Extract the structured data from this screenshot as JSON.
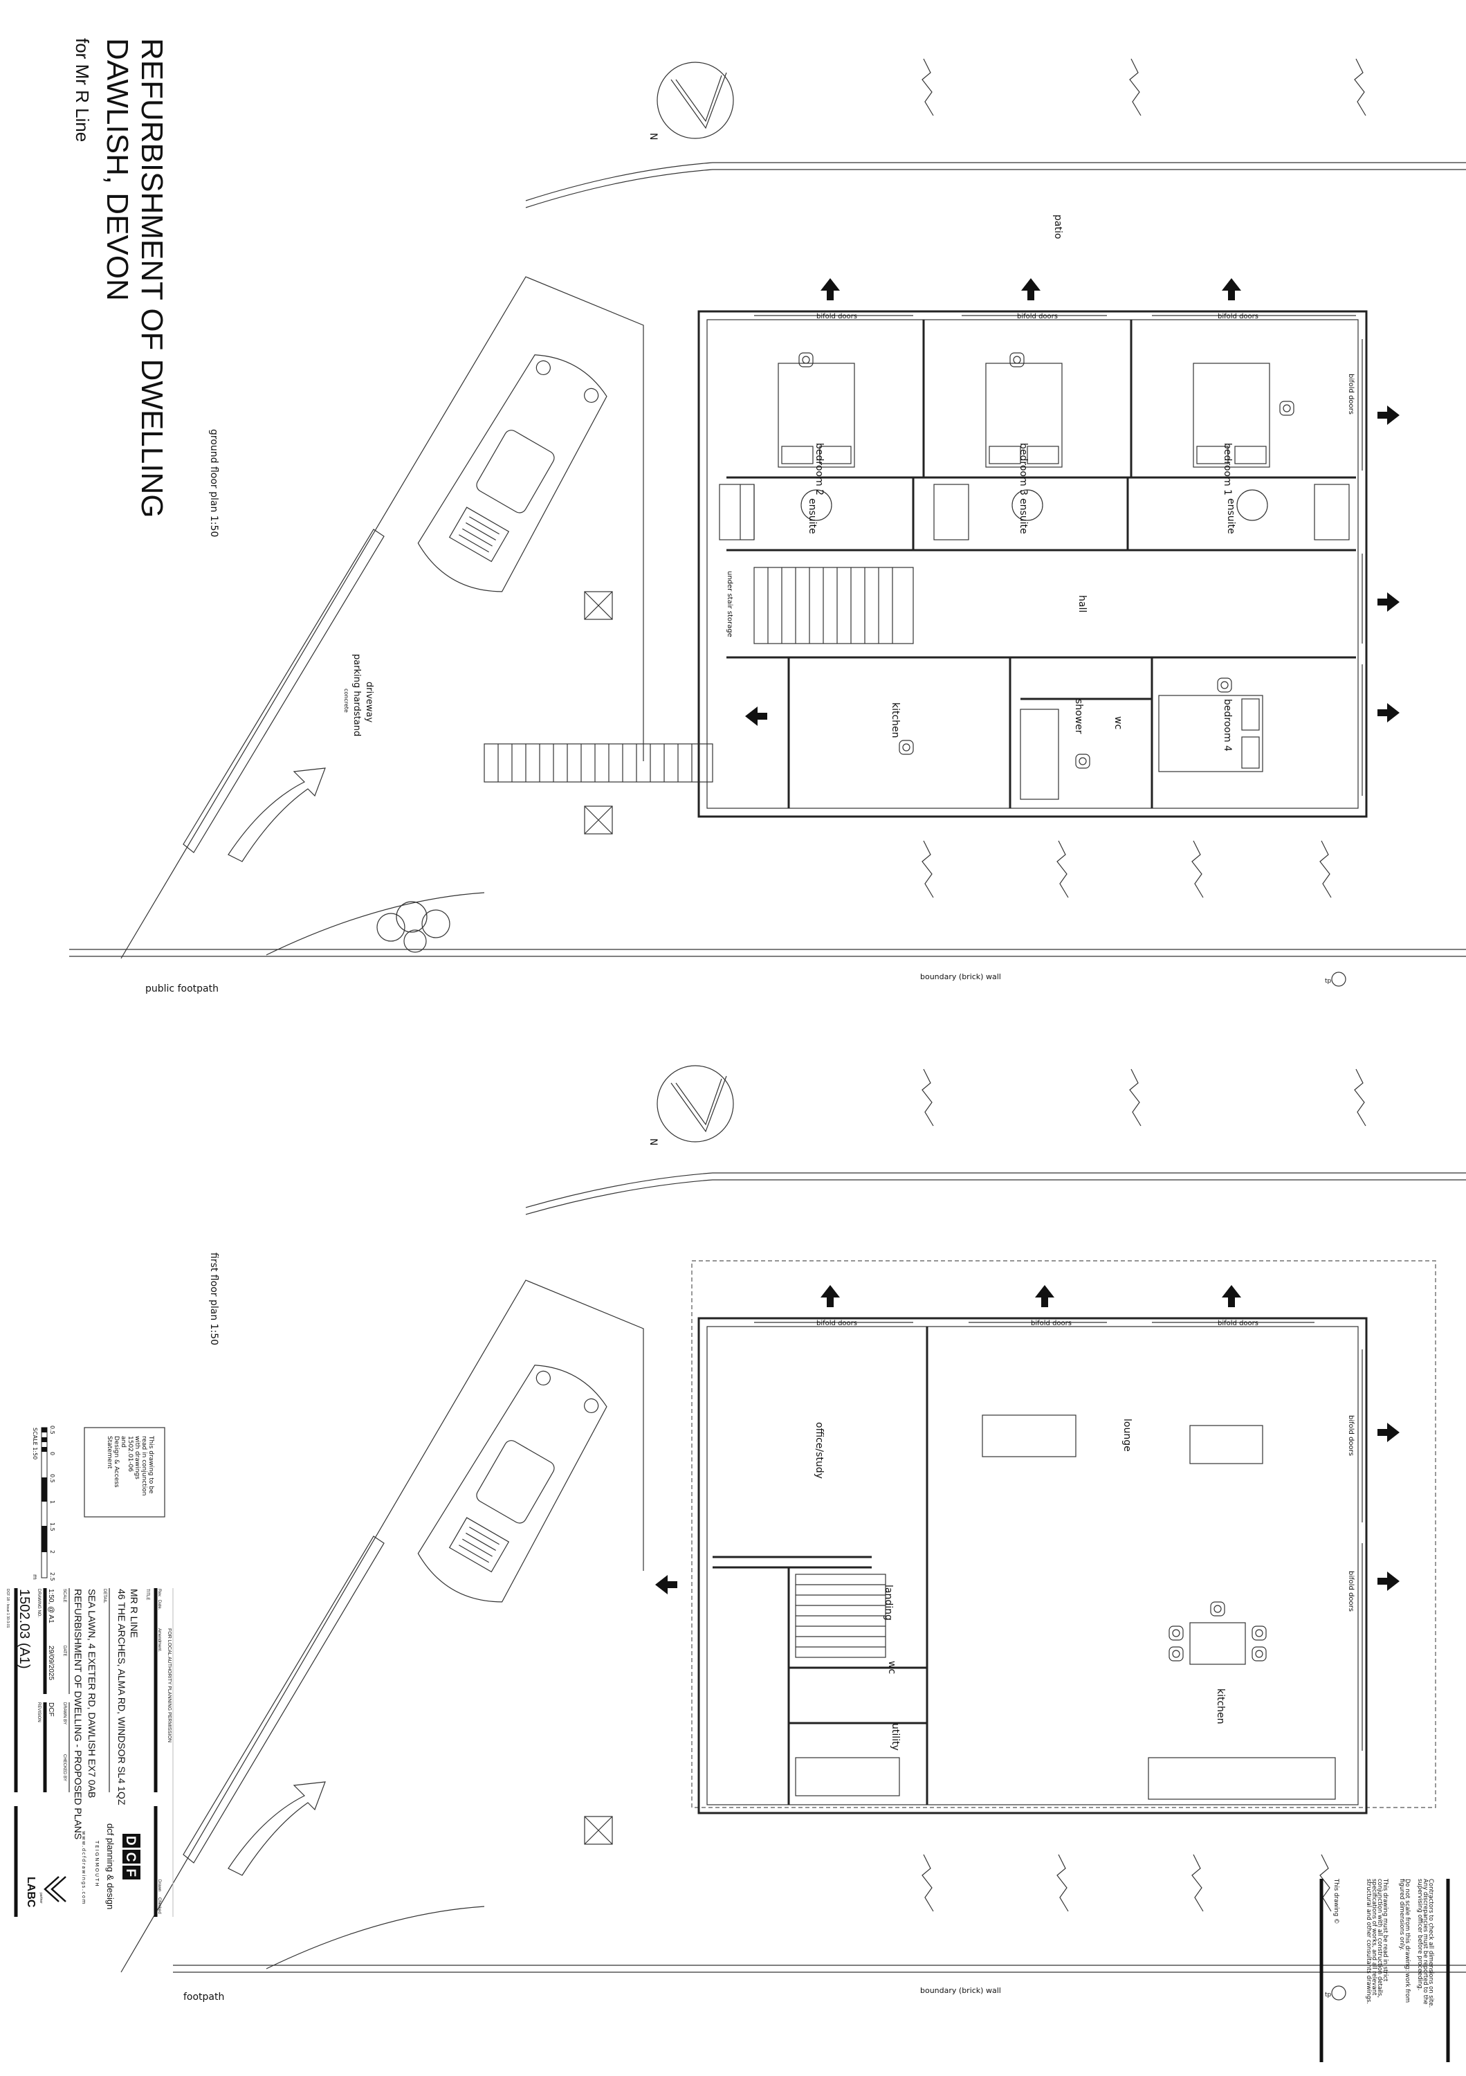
{
  "title": {
    "line1": "REFURBISHMENT OF DWELLING",
    "line2": "DAWLISH, DEVON",
    "client": "for Mr R Line"
  },
  "ground_floor": {
    "heading": "ground floor plan 1:50",
    "north": "N",
    "patio": "patio",
    "rooms": {
      "bedroom2": "bedroom 2",
      "bedroom3": "bedroom 3",
      "bedroom1": "bedroom 1",
      "bedroom4": "bedroom 4",
      "ensuite": "ensuite",
      "hall": "hall",
      "under_stair": "under stair storage",
      "kitchen": "kitchen",
      "shower": "shower",
      "wc": "wc"
    },
    "bifold": "bifold doors",
    "driveway": "driveway",
    "parking": "parking hardstand",
    "concrete": "concrete",
    "boundary": "boundary (brick) wall",
    "footpath": "public footpath",
    "tp": "tp"
  },
  "first_floor": {
    "heading": "first floor plan 1:50",
    "north": "N",
    "rooms": {
      "office": "office/study",
      "lounge": "lounge",
      "landing": "landing",
      "wc": "wc",
      "utility": "utility",
      "kitchen": "kitchen"
    },
    "bifold": "bifold doors",
    "boundary": "boundary (brick) wall",
    "footpath": "footpath",
    "tp": "tp"
  },
  "conjunction_note": [
    "This drawing to be",
    "read in conjunction",
    "with drawings",
    "1502.01-06",
    "and",
    "Design & Access",
    "Statement"
  ],
  "scale_bar": {
    "labels": [
      "0.5",
      "0",
      "0.5",
      "1",
      "1.5",
      "2",
      "2.5"
    ],
    "unit": "m",
    "caption": "SCALE 1:50"
  },
  "notes": [
    "Contractors to check all dimensions on site.",
    "Any discrepancies must be reported to the",
    "supervising officer before proceeding.",
    "Do not scale from this drawing: work from",
    "figured dimensions only.",
    "This drawing must be read in strict",
    "conjunction with all construction details,",
    "specifications of works, and all relevant",
    "structural and other consultants drawings.",
    "This drawing ©"
  ],
  "title_block": {
    "purpose": "FOR LOCAL AUTHORITY PLANNING PERMISSION",
    "rev_label": "Rev.",
    "date_col": "Date.",
    "amendment": "Amendment.",
    "drawn_col": "Drawn",
    "checked_col": "Checked",
    "title_label": "TITLE",
    "client": "MR R LINE",
    "address": "46 THE ARCHES, ALMA RD, WINDSOR SL4 1QZ",
    "detail_label": "DETAIL",
    "site": "SEA LAWN, 4 EXETER RD, DAWLISH EX7 0AB",
    "description": "REFURBISHMENT OF DWELLING - PROPOSED PLANS",
    "scale_label": "SCALE",
    "scale": "1:50, @ A1",
    "date_label": "DATE",
    "date": "29/09/2025",
    "drawn_label": "DRAWN BY",
    "drawn": "DCF",
    "checked_label": "CHECKED BY",
    "drawing_no_label": "DRAWING NO.",
    "drawing_no": "1502.03 (A1)",
    "revision_label": "REVISION",
    "form_ref": "DCF 18 - Issue 1 30-3-01"
  },
  "firm": {
    "logo": "DCF",
    "name": "dcf planning & design",
    "town": "TEIGNMOUTH",
    "web": "www.dcfdrawings.com",
    "partner_logo": "LABC",
    "partner_tag": "partner"
  }
}
